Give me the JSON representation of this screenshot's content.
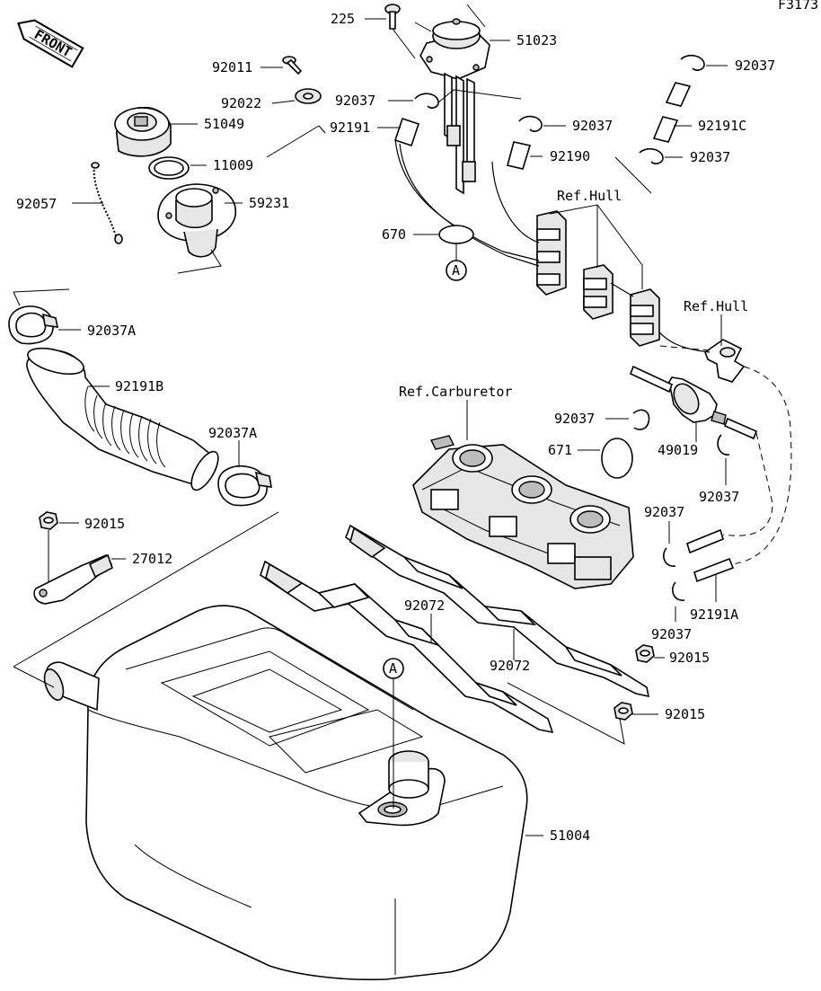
{
  "figure_code": "F3173",
  "front_label": "FRONT",
  "ref_labels": {
    "hull_1": "Ref.Hull",
    "hull_2": "Ref.Hull",
    "carburetor": "Ref.Carburetor"
  },
  "callout_A": "A",
  "parts": {
    "p225": "225",
    "p51023": "51023",
    "p92011": "92011",
    "p92022": "92022",
    "p92037_top_mid": "92037",
    "p51049": "51049",
    "p92191": "92191",
    "p92037_mid_r": "92037",
    "p92037_tr": "92037",
    "p92191C": "92191C",
    "p92037_r2": "92037",
    "p11009": "11009",
    "p92190": "92190",
    "p92057": "92057",
    "p59231": "59231",
    "p670": "670",
    "p92037A_1": "92037A",
    "p92191B": "92191B",
    "p92037_carb": "92037",
    "p671": "671",
    "p49019": "49019",
    "p92037A_2": "92037A",
    "p92037_r3": "92037",
    "p92015_1": "92015",
    "p92037_r4": "92037",
    "p27012": "27012",
    "p92072_1": "92072",
    "p92191A": "92191A",
    "p92037_r5": "92037",
    "p92072_2": "92072",
    "p92015_2": "92015",
    "p92015_3": "92015",
    "p51004": "51004"
  }
}
